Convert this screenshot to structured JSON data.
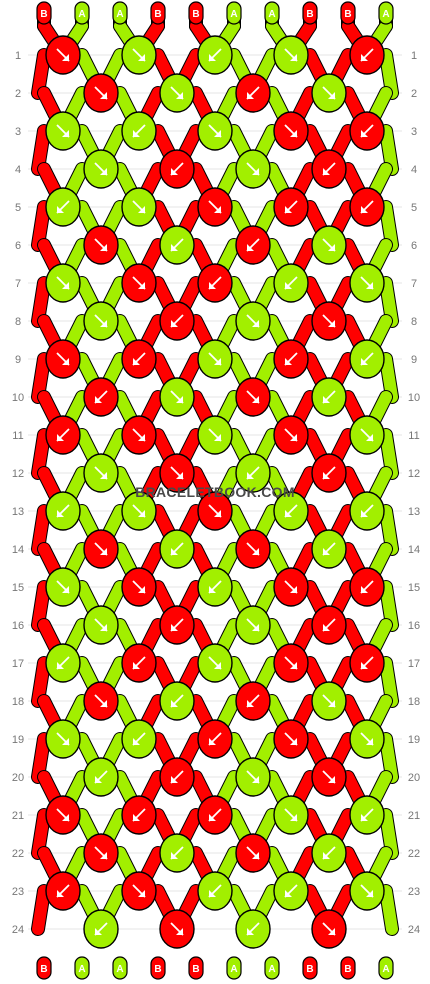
{
  "colors": {
    "A": "#a2ef00",
    "B": "#ff0000"
  },
  "top_strands": [
    "B",
    "A",
    "A",
    "B",
    "B",
    "A",
    "A",
    "B",
    "B",
    "A"
  ],
  "bottom_strands": [
    "B",
    "A",
    "A",
    "B",
    "B",
    "A",
    "A",
    "B",
    "B",
    "A"
  ],
  "rows": [
    "1",
    "2",
    "3",
    "4",
    "5",
    "6",
    "7",
    "8",
    "9",
    "10",
    "11",
    "12",
    "13",
    "14",
    "15",
    "16",
    "17",
    "18",
    "19",
    "20",
    "21",
    "22",
    "23",
    "24"
  ],
  "watermark": "BRACELETBOOK.COM",
  "knots": [
    [
      {
        "c": "B",
        "d": "se"
      },
      {
        "c": "A",
        "d": "se"
      },
      {
        "c": "A",
        "d": "sw"
      },
      {
        "c": "A",
        "d": "se"
      },
      {
        "c": "B",
        "d": "sw"
      }
    ],
    [
      {
        "c": "B",
        "d": "se"
      },
      {
        "c": "A",
        "d": "se"
      },
      {
        "c": "B",
        "d": "sw"
      },
      {
        "c": "A",
        "d": "se"
      }
    ],
    [
      {
        "c": "A",
        "d": "se"
      },
      {
        "c": "A",
        "d": "sw"
      },
      {
        "c": "A",
        "d": "se"
      },
      {
        "c": "B",
        "d": "se"
      },
      {
        "c": "B",
        "d": "sw"
      }
    ],
    [
      {
        "c": "A",
        "d": "se"
      },
      {
        "c": "B",
        "d": "sw"
      },
      {
        "c": "A",
        "d": "se"
      },
      {
        "c": "B",
        "d": "sw"
      }
    ],
    [
      {
        "c": "A",
        "d": "sw"
      },
      {
        "c": "A",
        "d": "se"
      },
      {
        "c": "B",
        "d": "se"
      },
      {
        "c": "B",
        "d": "sw"
      },
      {
        "c": "B",
        "d": "sw"
      }
    ],
    [
      {
        "c": "B",
        "d": "se"
      },
      {
        "c": "A",
        "d": "sw"
      },
      {
        "c": "B",
        "d": "sw"
      },
      {
        "c": "A",
        "d": "se"
      }
    ],
    [
      {
        "c": "A",
        "d": "se"
      },
      {
        "c": "B",
        "d": "se"
      },
      {
        "c": "B",
        "d": "sw"
      },
      {
        "c": "A",
        "d": "sw"
      },
      {
        "c": "A",
        "d": "se"
      }
    ],
    [
      {
        "c": "A",
        "d": "se"
      },
      {
        "c": "B",
        "d": "sw"
      },
      {
        "c": "A",
        "d": "se"
      },
      {
        "c": "B",
        "d": "se"
      }
    ],
    [
      {
        "c": "B",
        "d": "se"
      },
      {
        "c": "B",
        "d": "sw"
      },
      {
        "c": "A",
        "d": "se"
      },
      {
        "c": "B",
        "d": "sw"
      },
      {
        "c": "A",
        "d": "sw"
      }
    ],
    [
      {
        "c": "B",
        "d": "sw"
      },
      {
        "c": "A",
        "d": "se"
      },
      {
        "c": "B",
        "d": "se"
      },
      {
        "c": "A",
        "d": "sw"
      }
    ],
    [
      {
        "c": "B",
        "d": "sw"
      },
      {
        "c": "B",
        "d": "se"
      },
      {
        "c": "A",
        "d": "se"
      },
      {
        "c": "B",
        "d": "se"
      },
      {
        "c": "A",
        "d": "se"
      }
    ],
    [
      {
        "c": "A",
        "d": "se"
      },
      {
        "c": "B",
        "d": "se"
      },
      {
        "c": "A",
        "d": "sw"
      },
      {
        "c": "B",
        "d": "sw"
      }
    ],
    [
      {
        "c": "A",
        "d": "sw"
      },
      {
        "c": "A",
        "d": "se"
      },
      {
        "c": "B",
        "d": "se"
      },
      {
        "c": "A",
        "d": "sw"
      },
      {
        "c": "A",
        "d": "sw"
      }
    ],
    [
      {
        "c": "B",
        "d": "se"
      },
      {
        "c": "A",
        "d": "sw"
      },
      {
        "c": "B",
        "d": "se"
      },
      {
        "c": "A",
        "d": "sw"
      }
    ],
    [
      {
        "c": "A",
        "d": "se"
      },
      {
        "c": "B",
        "d": "se"
      },
      {
        "c": "A",
        "d": "sw"
      },
      {
        "c": "B",
        "d": "se"
      },
      {
        "c": "B",
        "d": "sw"
      }
    ],
    [
      {
        "c": "A",
        "d": "se"
      },
      {
        "c": "B",
        "d": "sw"
      },
      {
        "c": "A",
        "d": "se"
      },
      {
        "c": "B",
        "d": "sw"
      }
    ],
    [
      {
        "c": "A",
        "d": "sw"
      },
      {
        "c": "B",
        "d": "sw"
      },
      {
        "c": "A",
        "d": "se"
      },
      {
        "c": "B",
        "d": "se"
      },
      {
        "c": "B",
        "d": "sw"
      }
    ],
    [
      {
        "c": "B",
        "d": "se"
      },
      {
        "c": "A",
        "d": "sw"
      },
      {
        "c": "B",
        "d": "sw"
      },
      {
        "c": "A",
        "d": "se"
      }
    ],
    [
      {
        "c": "A",
        "d": "se"
      },
      {
        "c": "A",
        "d": "sw"
      },
      {
        "c": "B",
        "d": "sw"
      },
      {
        "c": "B",
        "d": "se"
      },
      {
        "c": "A",
        "d": "se"
      }
    ],
    [
      {
        "c": "A",
        "d": "sw"
      },
      {
        "c": "B",
        "d": "sw"
      },
      {
        "c": "A",
        "d": "se"
      },
      {
        "c": "B",
        "d": "se"
      }
    ],
    [
      {
        "c": "B",
        "d": "se"
      },
      {
        "c": "B",
        "d": "sw"
      },
      {
        "c": "B",
        "d": "sw"
      },
      {
        "c": "A",
        "d": "se"
      },
      {
        "c": "A",
        "d": "sw"
      }
    ],
    [
      {
        "c": "B",
        "d": "se"
      },
      {
        "c": "A",
        "d": "sw"
      },
      {
        "c": "B",
        "d": "se"
      },
      {
        "c": "A",
        "d": "sw"
      }
    ],
    [
      {
        "c": "B",
        "d": "sw"
      },
      {
        "c": "B",
        "d": "se"
      },
      {
        "c": "A",
        "d": "sw"
      },
      {
        "c": "A",
        "d": "sw"
      },
      {
        "c": "A",
        "d": "se"
      }
    ],
    [
      {
        "c": "A",
        "d": "sw"
      },
      {
        "c": "B",
        "d": "se"
      },
      {
        "c": "A",
        "d": "sw"
      },
      {
        "c": "B",
        "d": "se"
      }
    ]
  ]
}
